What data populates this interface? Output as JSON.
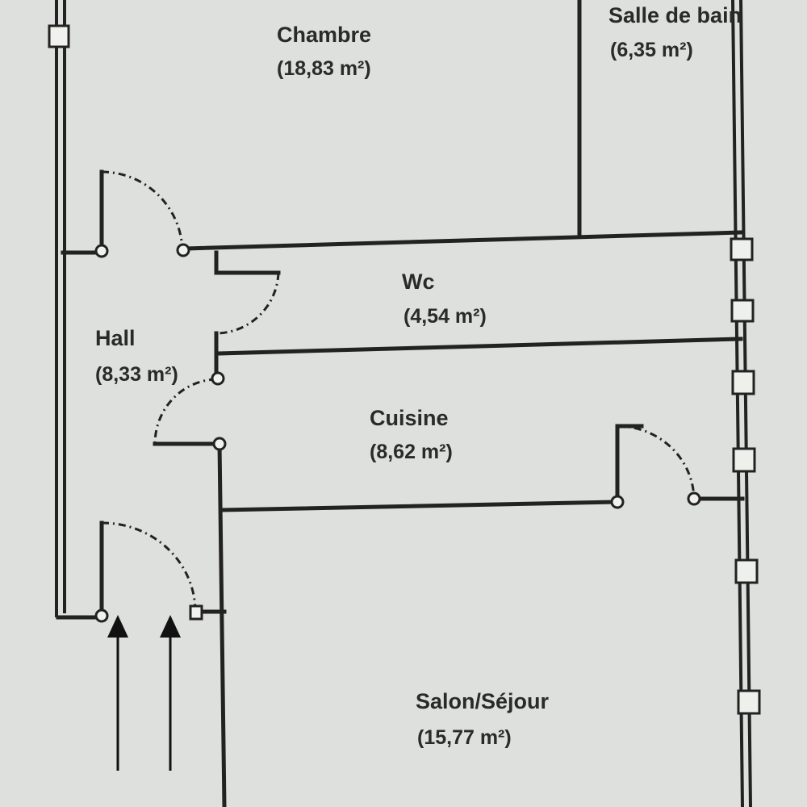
{
  "rooms": {
    "chambre": {
      "name": "Chambre",
      "area": "(18,83 m²)"
    },
    "salle_de_bain": {
      "name": "Salle de bain",
      "area": "(6,35 m²)"
    },
    "wc": {
      "name": "Wc",
      "area": "(4,54 m²)"
    },
    "hall": {
      "name": "Hall",
      "area": "(8,33 m²)"
    },
    "cuisine": {
      "name": "Cuisine",
      "area": "(8,62 m²)"
    },
    "salon": {
      "name": "Salon/Séjour",
      "area": "(15,77 m²)"
    }
  }
}
